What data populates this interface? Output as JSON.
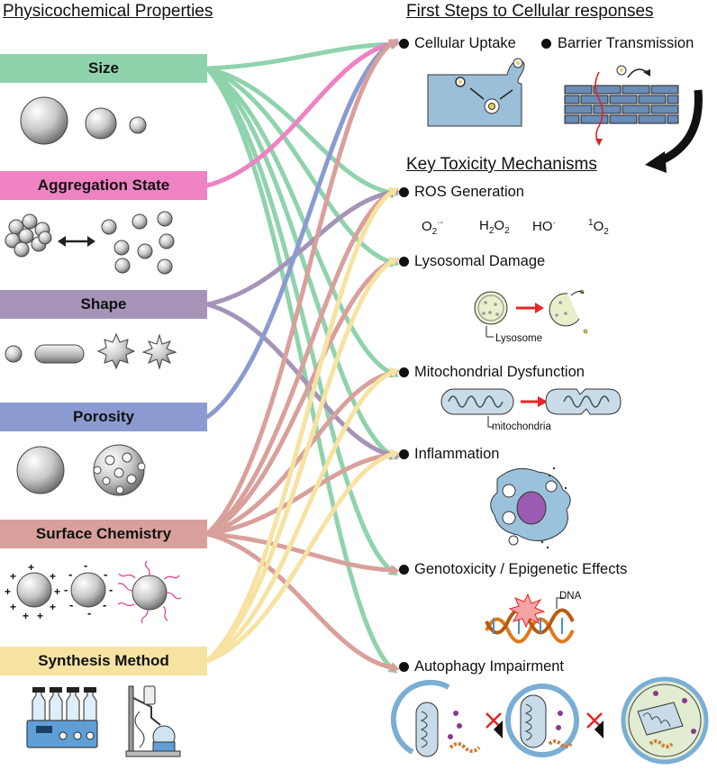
{
  "headings": {
    "left": "Physicochemical Properties",
    "right_top": "First Steps to Cellular responses",
    "right_mid": "Key Toxicity Mechanisms"
  },
  "properties": [
    {
      "id": "size",
      "label": "Size",
      "color": "#8fd3ad"
    },
    {
      "id": "aggregation",
      "label": "Aggregation State",
      "color": "#ee82c2"
    },
    {
      "id": "shape",
      "label": "Shape",
      "color": "#a594b8"
    },
    {
      "id": "porosity",
      "label": "Porosity",
      "color": "#8b9bd1"
    },
    {
      "id": "surface",
      "label": "Surface Chemistry",
      "color": "#d9a09b"
    },
    {
      "id": "synthesis",
      "label": "Synthesis Method",
      "color": "#f6e3a2"
    }
  ],
  "first_steps": [
    {
      "id": "uptake",
      "label": "Cellular Uptake"
    },
    {
      "id": "barrier",
      "label": "Barrier Transmission"
    }
  ],
  "mechanisms": [
    {
      "id": "ros",
      "label": "ROS Generation"
    },
    {
      "id": "lyso",
      "label": "Lysosomal Damage"
    },
    {
      "id": "mito",
      "label": "Mitochondrial Dysfunction"
    },
    {
      "id": "inflam",
      "label": "Inflammation"
    },
    {
      "id": "geno",
      "label": "Genotoxicity / Epigenetic Effects"
    },
    {
      "id": "auto",
      "label": "Autophagy Impairment"
    }
  ],
  "ros_species": [
    "O",
    "2",
    "·-",
    "H",
    "2",
    "O",
    "2",
    "HO",
    "·",
    "1",
    "O",
    "2"
  ],
  "annotations": {
    "lysosome": "Lysosome",
    "mitochondria": "mitochondria",
    "dna": "DNA"
  },
  "connections": [
    {
      "from": "size",
      "to": "uptake"
    },
    {
      "from": "size",
      "to": "ros"
    },
    {
      "from": "size",
      "to": "lyso"
    },
    {
      "from": "size",
      "to": "mito"
    },
    {
      "from": "size",
      "to": "inflam"
    },
    {
      "from": "size",
      "to": "geno"
    },
    {
      "from": "size",
      "to": "auto"
    },
    {
      "from": "aggregation",
      "to": "uptake"
    },
    {
      "from": "shape",
      "to": "ros"
    },
    {
      "from": "shape",
      "to": "inflam"
    },
    {
      "from": "porosity",
      "to": "uptake"
    },
    {
      "from": "surface",
      "to": "uptake"
    },
    {
      "from": "surface",
      "to": "ros"
    },
    {
      "from": "surface",
      "to": "lyso"
    },
    {
      "from": "surface",
      "to": "mito"
    },
    {
      "from": "surface",
      "to": "inflam"
    },
    {
      "from": "surface",
      "to": "geno"
    },
    {
      "from": "surface",
      "to": "auto"
    },
    {
      "from": "synthesis",
      "to": "ros"
    },
    {
      "from": "synthesis",
      "to": "lyso"
    },
    {
      "from": "synthesis",
      "to": "mito"
    },
    {
      "from": "synthesis",
      "to": "inflam"
    }
  ]
}
